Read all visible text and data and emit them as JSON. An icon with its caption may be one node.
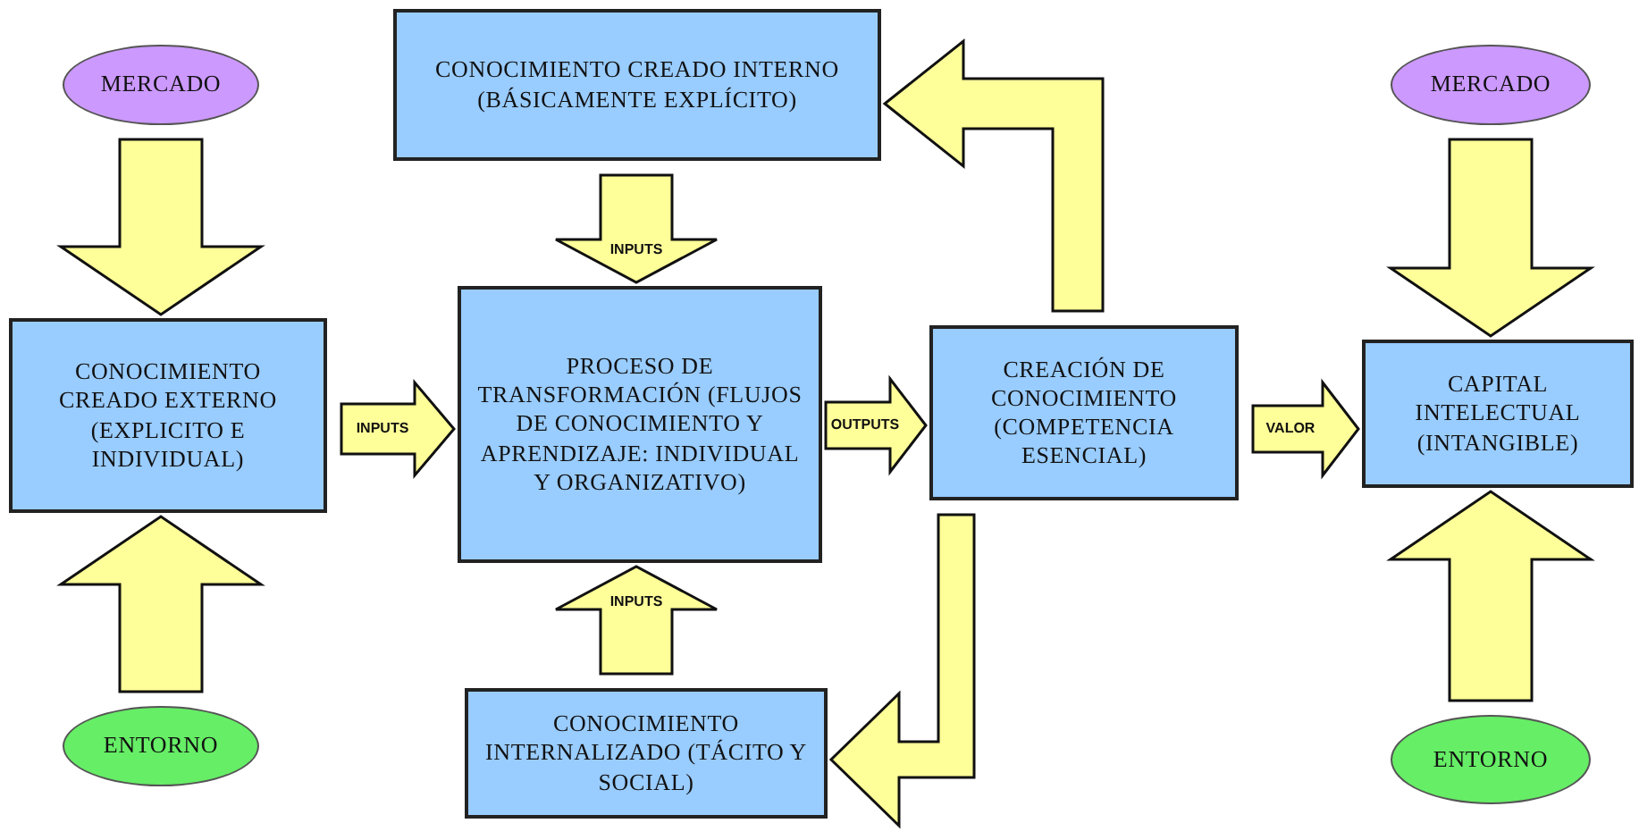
{
  "diagram": {
    "nodes": [
      {
        "text": [
          "MERCADO"
        ]
      },
      {
        "text": [
          "CONOCIMIENTO CREADO INTERNO (BÁSICAMENTE EXPLÍCITO)"
        ]
      },
      {
        "text": [
          "MERCADO"
        ]
      },
      {
        "text": [
          "CONOCIMIENTO CREADO EXTERNO (EXPLICITO E INDIVIDUAL)"
        ]
      },
      {
        "text": [
          "PROCESO DE TRANSFORMACIÓN (FLUJOS DE CONOCIMIENTO Y APRENDIZAJE: INDIVIDUAL Y ORGANIZATIVO)"
        ]
      },
      {
        "text": [
          "CREACIÓN DE CONOCIMIENTO (COMPETENCIA ESENCIAL)"
        ]
      },
      {
        "text": [
          "CAPITAL INTELECTUAL (INTANGIBLE)"
        ]
      },
      {
        "text": [
          "CONOCIMIENTO INTERNALIZADO (TÁCITO Y SOCIAL)"
        ]
      },
      {
        "text": [
          "ENTORNO"
        ]
      },
      {
        "text": [
          "ENTORNO"
        ]
      }
    ],
    "edges": [
      {
        "from": 0,
        "to": 3,
        "arrow": "to"
      },
      {
        "from": 8,
        "to": 3,
        "arrow": "to"
      },
      {
        "from": 3,
        "to": 4,
        "arrow": "to",
        "label": "INPUTS"
      },
      {
        "from": 1,
        "to": 4,
        "arrow": "to",
        "label": "INPUTS"
      },
      {
        "from": 7,
        "to": 4,
        "arrow": "to",
        "label": "INPUTS"
      },
      {
        "from": 4,
        "to": 5,
        "arrow": "to",
        "label": "OUTPUTS"
      },
      {
        "from": 5,
        "to": 1,
        "arrow": "to"
      },
      {
        "from": 5,
        "to": 7,
        "arrow": "to"
      },
      {
        "from": 5,
        "to": 6,
        "arrow": "to",
        "label": "VALOR"
      },
      {
        "from": 2,
        "to": 6,
        "arrow": "to"
      },
      {
        "from": 9,
        "to": 6,
        "arrow": "to"
      }
    ]
  }
}
